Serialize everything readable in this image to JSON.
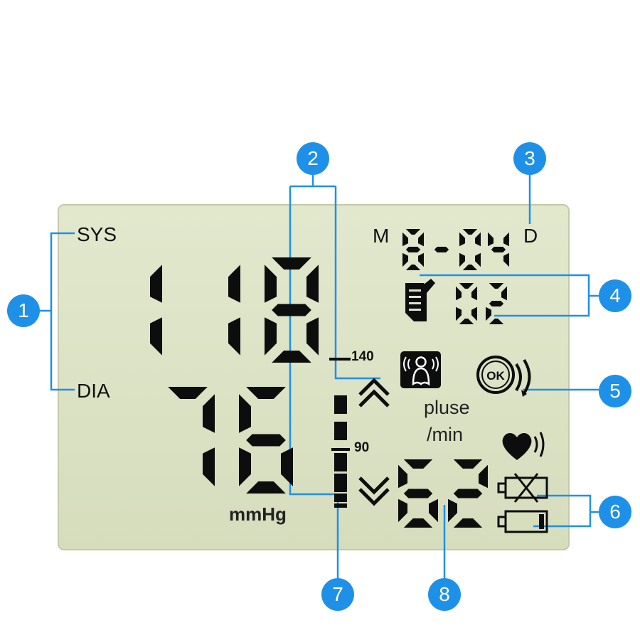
{
  "colors": {
    "lcd_background": "#dde4c6",
    "segment": "#0d0d0d",
    "callout": "#1e90e8",
    "leader": "#1e90e8"
  },
  "display": {
    "sys_label": "SYS",
    "dia_label": "DIA",
    "systolic": "118",
    "diastolic": "76",
    "unit": "mmHg",
    "month_label": "M",
    "day_label": "D",
    "date": "8-04",
    "memory_number": "02",
    "pulse_label_line1": "pluse",
    "pulse_label_line2": "/min",
    "pulse": "62",
    "scale_high": "140",
    "scale_low": "90"
  },
  "icons": {
    "memory": "memory-record-icon",
    "body_movement": "body-movement-icon",
    "cuff_ok": "cuff-ok-icon",
    "heartbeat": "heartbeat-icon",
    "battery_empty": "battery-empty-icon",
    "battery_full": "battery-full-icon",
    "arrow_up": "arrow-up-icon",
    "arrow_down": "arrow-down-icon"
  },
  "callouts": [
    "1",
    "2",
    "3",
    "4",
    "5",
    "6",
    "7",
    "8"
  ]
}
